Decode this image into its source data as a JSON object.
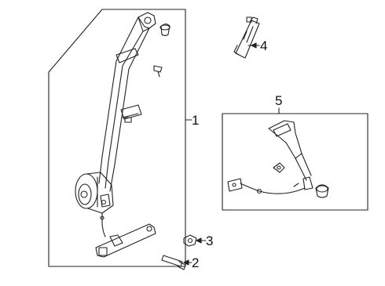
{
  "callouts": {
    "belt_assembly": "1",
    "screw": "2",
    "nut": "3",
    "height_adjuster": "4",
    "buckle_assembly": "5"
  }
}
